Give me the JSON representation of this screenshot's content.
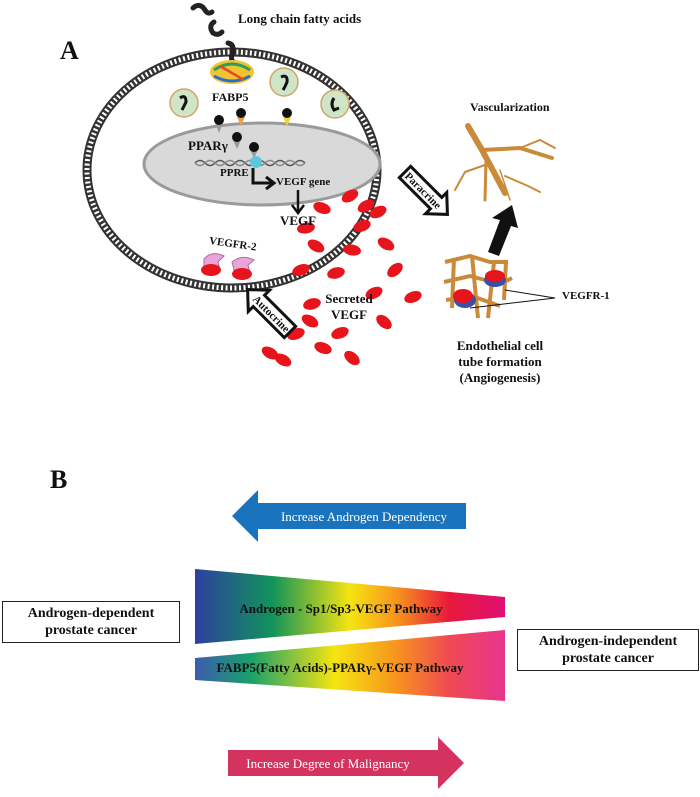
{
  "panel_a": {
    "letter": "A",
    "fatty_acids_label": "Long chain fatty acids",
    "fabp5_label": "FABP5",
    "ppar_label": "PPARγ",
    "ppre_label": "PPRE",
    "vegf_gene_label": "VEGF gene",
    "vegf_label": "VEGF",
    "vegfr2_label": "VEGFR-2",
    "secreted_vegf_line1": "Secreted",
    "secreted_vegf_line2": "VEGF",
    "paracrine_label": "Paracrine",
    "autocrine_label": "Autocrine",
    "vascularization_label": "Vascularization",
    "vegfr1_label": "VEGFR-1",
    "endothelial_line1": "Endothelial cell",
    "endothelial_line2": "tube formation",
    "endothelial_line3": "(Angiogenesis)"
  },
  "panel_b": {
    "letter": "B",
    "androgen_dependency_arrow": "Increase Androgen Dependency",
    "malignancy_arrow": "Increase Degree of Malignancy",
    "pathway_1": "Androgen - Sp1/Sp3-VEGF Pathway",
    "pathway_2": "FABP5(Fatty Acids)-PPARγ-VEGF  Pathway",
    "left_box_line1": "Androgen-dependent",
    "left_box_line2": "prostate cancer",
    "right_box_line1": "Androgen-independent",
    "right_box_line2": "prostate cancer"
  },
  "colors": {
    "membrane": "#555555",
    "nucleus_fill": "#d9d9d9",
    "vegf_red": "#e8141b",
    "vessel_orange": "#c98a3a",
    "receptor_pink": "#e8a6d8",
    "receptor_blue": "#3a4fa8",
    "ppre_cyan": "#5bc8dc",
    "blue_arrow": "#1a73bd",
    "pink_arrow": "#d5335f",
    "gradient_stops": [
      "#2e3f9e",
      "#11945a",
      "#f5e511",
      "#f7941d",
      "#e8193c",
      "#e0207a"
    ]
  }
}
